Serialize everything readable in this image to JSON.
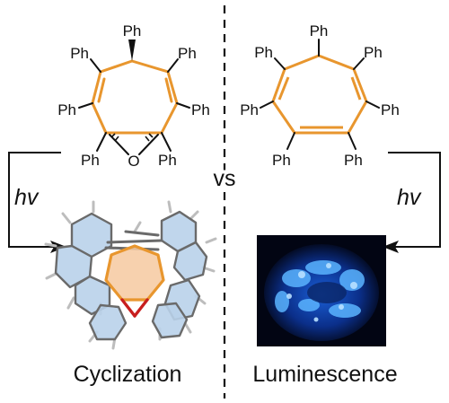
{
  "left_molecule": {
    "substituent": "Ph",
    "epoxide_oxygen": "O"
  },
  "right_molecule": {
    "substituent": "Ph"
  },
  "comparison_label": "vs",
  "left_arrow_label": "hv",
  "right_arrow_label": "hv",
  "left_caption": "Cyclization",
  "right_caption": "Luminescence",
  "colors": {
    "ring_bond": "#e8962e",
    "ring_fill": "#f6c9a0",
    "phenyl_fill": "#b9d2ea",
    "epoxide": "#c81e1e",
    "luminescence": "#2a7de0",
    "background_photo": "#020513"
  }
}
